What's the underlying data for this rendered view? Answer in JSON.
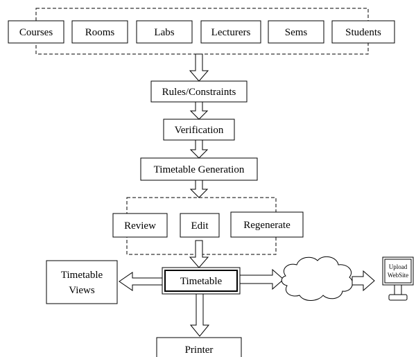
{
  "inputs": {
    "courses": "Courses",
    "rooms": "Rooms",
    "labs": "Labs",
    "lecturers": "Lecturers",
    "sems": "Sems",
    "students": "Students"
  },
  "steps": {
    "rules": "Rules/Constraints",
    "verification": "Verification",
    "generation": "Timetable Generation"
  },
  "actions": {
    "review": "Review",
    "edit": "Edit",
    "regenerate": "Regenerate"
  },
  "outputs": {
    "timetable": "Timetable",
    "views_line1": "Timetable",
    "views_line2": "Views",
    "printer": "Printer",
    "upload_line1": "Upload",
    "upload_line2": "WebSite"
  }
}
